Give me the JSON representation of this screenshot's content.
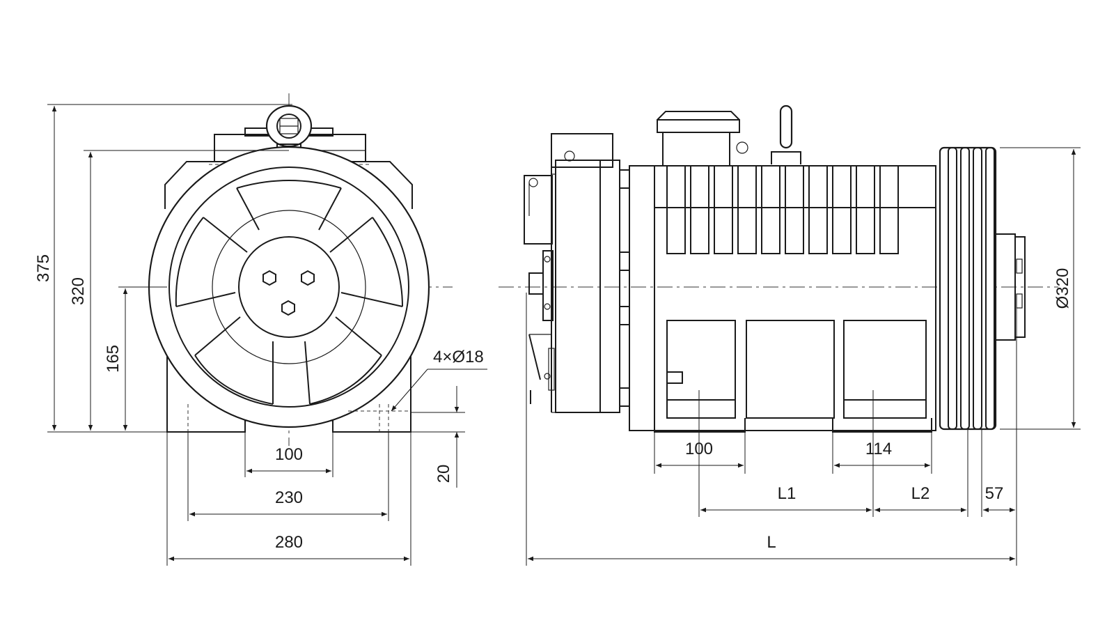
{
  "front_view": {
    "dims": {
      "height_overall": "375",
      "height_sheave_top": "320",
      "height_shaft_center": "165",
      "foot_height": "20",
      "bolt_spacing_inner": "100",
      "bolt_spacing": "230",
      "base_width": "280",
      "holes_callout": "4×Ø18"
    }
  },
  "side_view": {
    "dims": {
      "foot_front_width": "100",
      "foot_rear_width": "114",
      "l1": "L1",
      "l2": "L2",
      "sheave_offset": "57",
      "overall_length": "L",
      "sheave_diameter": "Ø320"
    }
  }
}
